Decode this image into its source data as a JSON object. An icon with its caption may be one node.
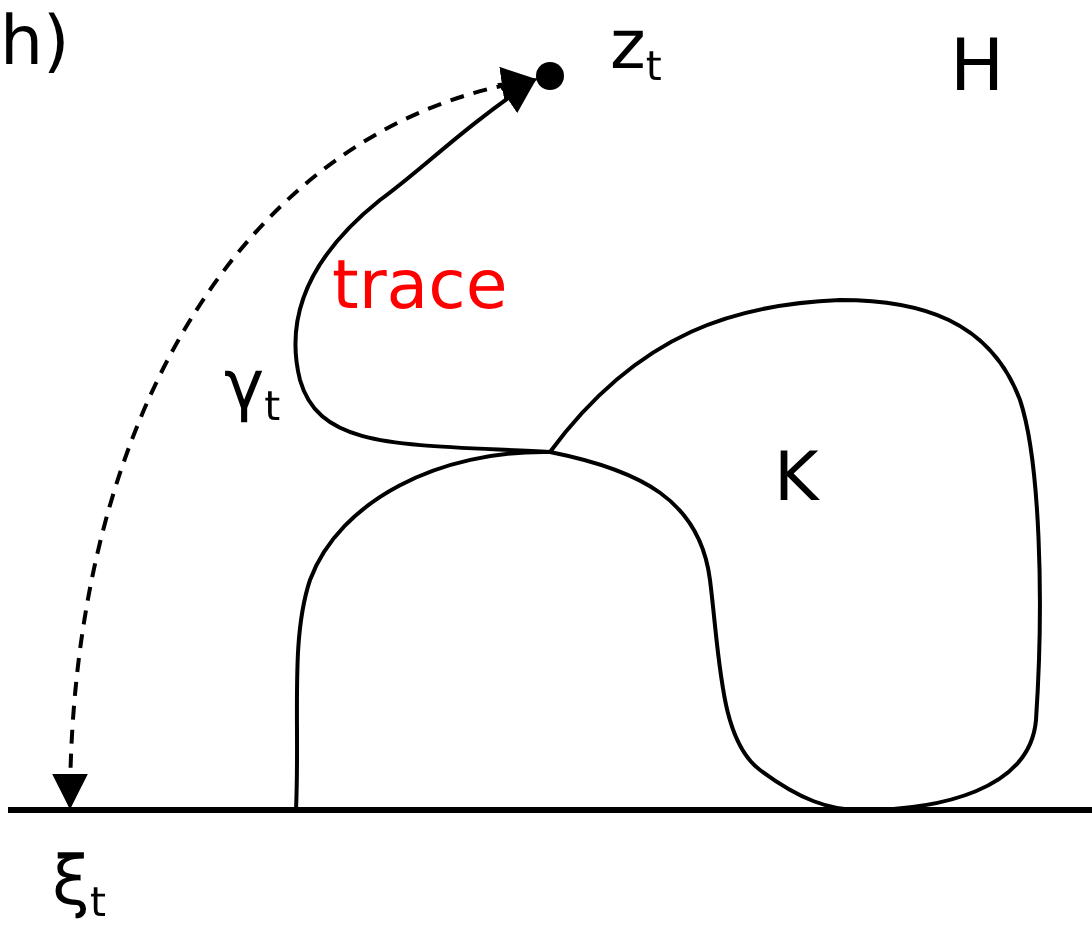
{
  "diagram": {
    "nodes": [
      {
        "text": [],
        "shape": "circle",
        "beside": [
          "z$_{t}$"
        ]
      },
      {
        "text": [
          "ξ$_{t}$"
        ]
      },
      {
        "text": [
          "K"
        ]
      }
    ],
    "edges": [
      {
        "from": 1,
        "to": 0,
        "arrow": "both",
        "style": "dashed"
      },
      {
        "from": 2,
        "to": 0,
        "arrow": "to"
      }
    ],
    "labels": [
      "h)",
      "H",
      "trace",
      "γ$_{t}$"
    ]
  }
}
